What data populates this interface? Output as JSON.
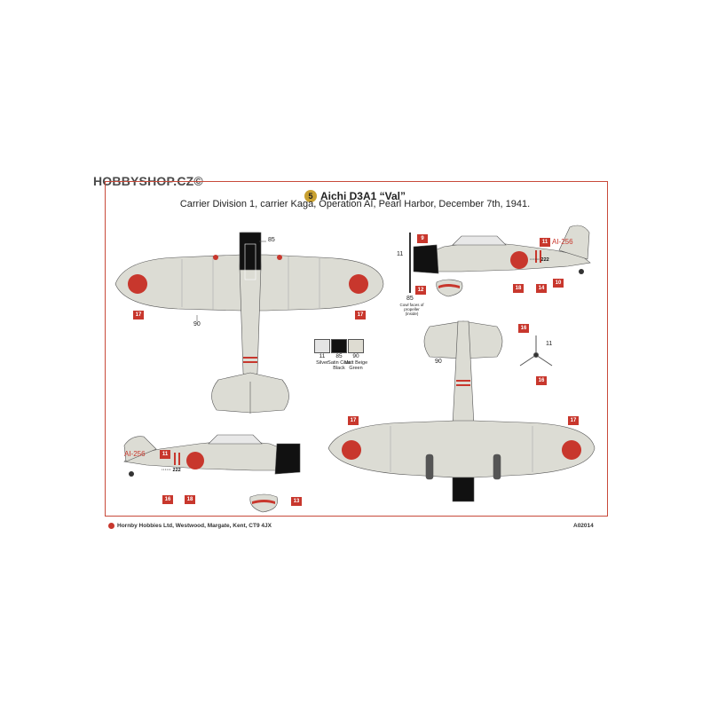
{
  "watermark": "HOBBYSHOP.CZ©",
  "header": {
    "badge": "5",
    "title": "Aichi D3A1 “Val”",
    "subtitle": "Carrier Division 1, carrier Kaga, Operation AI, Pearl Harbor, December 7th, 1941."
  },
  "colors": {
    "aircraft": "#dcdcd4",
    "hinomaru": "#c8372d",
    "black": "#111111",
    "border": "#c84a3a",
    "tag": "#c8372d"
  },
  "paints": [
    {
      "number": "11",
      "name": "Silver",
      "color": "#e4e4e4"
    },
    {
      "number": "85",
      "name": "Satin Coat Black",
      "color": "#111111"
    },
    {
      "number": "90",
      "name": "Matt Beige Green",
      "color": "#dedcd2"
    }
  ],
  "callouts": {
    "t17a": "17",
    "t17b": "17",
    "t17c": "17",
    "t17d": "17",
    "t9": "9",
    "t11a": "11",
    "t12": "12",
    "t18a": "18",
    "t14": "14",
    "t10": "10",
    "t11b": "11",
    "t16a": "16",
    "t18b": "18",
    "t13": "13",
    "t16b": "16",
    "t16c": "16"
  },
  "labels": {
    "n85top": "85",
    "n90top": "90",
    "n11side": "11",
    "n85side": "85",
    "prop_note": "Cowl faces of propeller (inside)",
    "n90bottom": "90",
    "n11prop": "11"
  },
  "markings": {
    "code_right": "AI-256",
    "code_left": "AI-256",
    "serial_right": "······ 222",
    "serial_left": "······ 222"
  },
  "footer": {
    "left": "Hornby Hobbies Ltd, Westwood, Margate, Kent, CT9 4JX",
    "right": "A02014"
  }
}
